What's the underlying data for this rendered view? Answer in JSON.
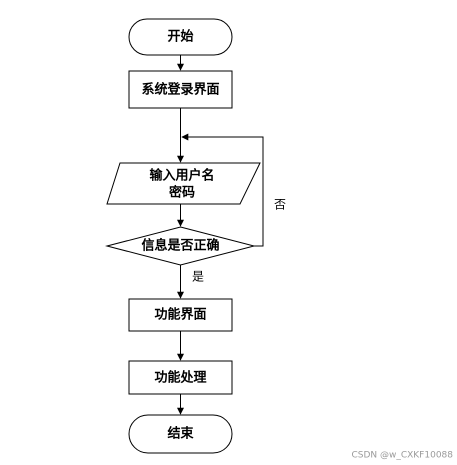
{
  "nodes": {
    "start": "开始",
    "login_page": "系统登录界面",
    "input_line1": "输入用户名",
    "input_line2": "密码",
    "decision": "信息是否正确",
    "function_page": "功能界面",
    "function_process": "功能处理",
    "end": "结束"
  },
  "edges": {
    "no_label": "否",
    "yes_label": "是"
  },
  "watermark": "CSDN @w_CXKF10088"
}
